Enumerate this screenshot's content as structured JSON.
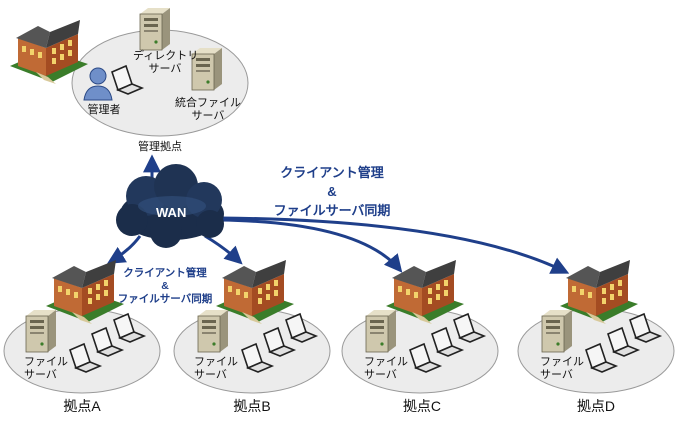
{
  "hq": {
    "directory_server": [
      "ディレクトリ",
      "サーバ"
    ],
    "admin": "管理者",
    "integrated_file_server": [
      "統合ファイル",
      "サーバ"
    ],
    "site_label": "管理拠点"
  },
  "wan": {
    "label": "WAN"
  },
  "annotations": {
    "main": [
      "クライアント管理",
      "&",
      "ファイルサーバ同期"
    ],
    "small": [
      "クライアント管理",
      "&",
      "ファイルサーバ同期"
    ]
  },
  "branches": [
    {
      "name": "拠点A",
      "server": [
        "ファイル",
        "サーバ"
      ]
    },
    {
      "name": "拠点B",
      "server": [
        "ファイル",
        "サーバ"
      ]
    },
    {
      "name": "拠点C",
      "server": [
        "ファイル",
        "サーバ"
      ]
    },
    {
      "name": "拠点D",
      "server": [
        "ファイル",
        "サーバ"
      ]
    }
  ],
  "colors": {
    "arrow": "#1f3f8a",
    "ellipse_fill": "#ececec",
    "ellipse_stroke": "#9a9a9a",
    "cloud": "#1b2d4a",
    "building_wall": "#b0562a",
    "building_roof": "#4b4b4b",
    "building_lawn": "#3a7d2a"
  }
}
